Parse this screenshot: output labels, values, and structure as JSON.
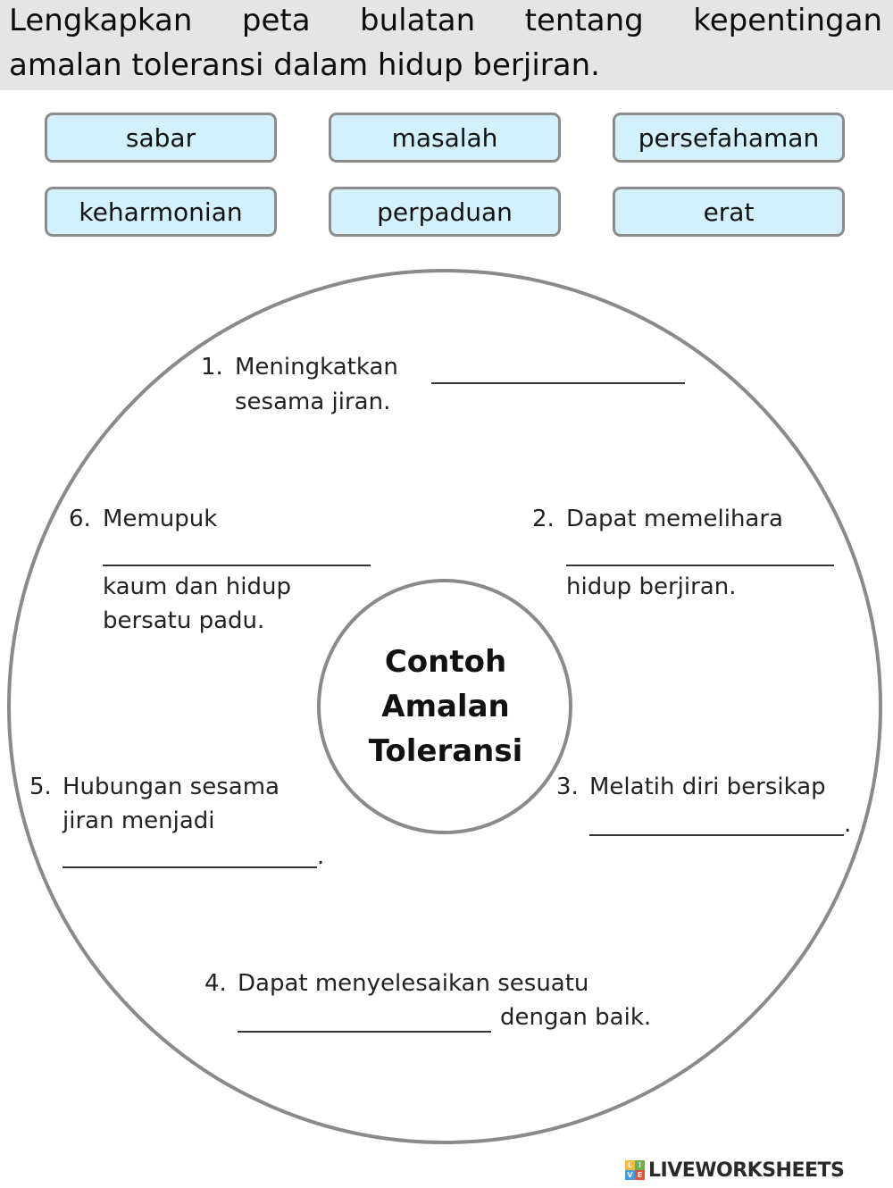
{
  "instruction": {
    "line1": "Lengkapkan peta bulatan tentang kepentingan",
    "line2": "amalan toleransi dalam hidup berjiran."
  },
  "word_bank": [
    "sabar",
    "masalah",
    "persefahaman",
    "keharmonian",
    "perpaduan",
    "erat"
  ],
  "circle_map": {
    "center_line1": "Contoh",
    "center_line2": "Amalan",
    "center_line3": "Toleransi",
    "items": [
      {
        "number": "1.",
        "line1": "Meningkatkan",
        "line2": "sesama jiran."
      },
      {
        "number": "2.",
        "line1": "Dapat memelihara",
        "line3": "hidup berjiran."
      },
      {
        "number": "3.",
        "line1": "Melatih diri bersikap",
        "end": "."
      },
      {
        "number": "4.",
        "line1": "Dapat menyelesaikan sesuatu",
        "after": "dengan baik."
      },
      {
        "number": "5.",
        "line1": "Hubungan sesama",
        "line2": "jiran menjadi",
        "end": "."
      },
      {
        "number": "6.",
        "line1": "Memupuk",
        "line3": "kaum dan hidup",
        "line4": "bersatu padu."
      }
    ]
  },
  "colors": {
    "instruction_bg": "#e5e5e5",
    "word_box_bg": "#d3f1fc",
    "word_box_border": "#8c8c8c",
    "circle_stroke": "#8a8a8a"
  },
  "branding": {
    "logo_letters": [
      "L",
      "I",
      "V",
      "E"
    ],
    "logo_colors": [
      "#f6b93b",
      "#6ab04c",
      "#3c9ee5",
      "#e55039"
    ],
    "text": "LIVEWORKSHEETS"
  }
}
